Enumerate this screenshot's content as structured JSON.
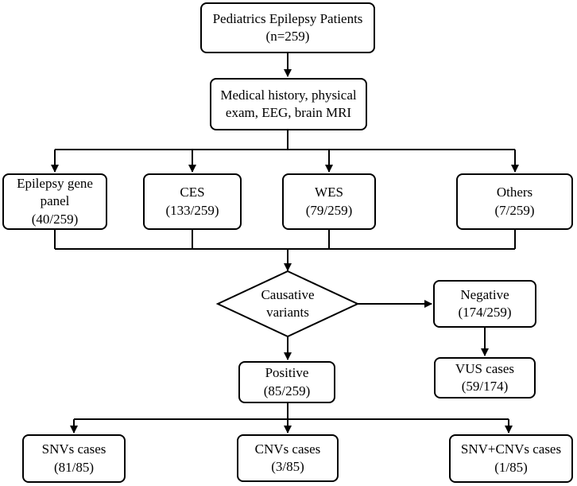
{
  "nodes": {
    "patients": {
      "line1": "Pediatrics Epilepsy Patients",
      "line2": "(n=259)"
    },
    "history": {
      "line1": "Medical history, physical",
      "line2": "exam, EEG, brain MRI"
    },
    "gene_panel": {
      "line1": "Epilepsy gene",
      "line2": "panel",
      "line3": "(40/259)"
    },
    "ces": {
      "line1": "CES",
      "line2": "(133/259)"
    },
    "wes": {
      "line1": "WES",
      "line2": "(79/259)"
    },
    "others": {
      "line1": "Others",
      "line2": "(7/259)"
    },
    "causative": {
      "line1": "Causative",
      "line2": "variants"
    },
    "negative": {
      "line1": "Negative",
      "line2": "(174/259)"
    },
    "vus": {
      "line1": "VUS cases",
      "line2": "(59/174)"
    },
    "positive": {
      "line1": "Positive",
      "line2": "(85/259)"
    },
    "snvs": {
      "line1": "SNVs cases",
      "line2": "(81/85)"
    },
    "cnvs": {
      "line1": "CNVs cases",
      "line2": "(3/85)"
    },
    "snv_cnvs": {
      "line1": "SNV+CNVs cases",
      "line2": "(1/85)"
    }
  }
}
